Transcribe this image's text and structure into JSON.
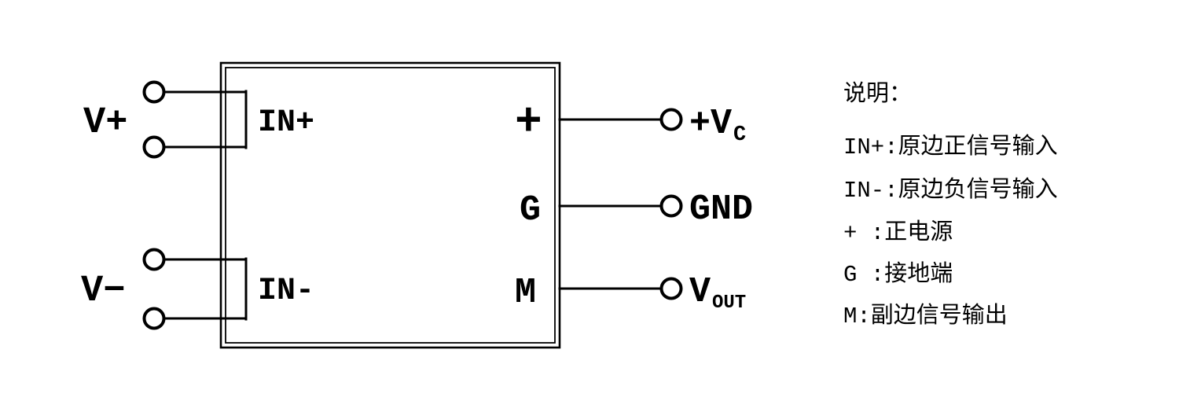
{
  "colors": {
    "ink": "#000000",
    "background": "#ffffff"
  },
  "diagram": {
    "left_pins": [
      {
        "external_label": "V+",
        "internal_label": "IN+"
      },
      {
        "external_label": "V−",
        "internal_label": "IN-"
      }
    ],
    "right_pins": [
      {
        "internal_label": "+",
        "external_main": "+V",
        "external_sub": "C"
      },
      {
        "internal_label": "G",
        "external_main": "GND"
      },
      {
        "internal_label": "M",
        "external_main": "V",
        "external_sub": "OUT"
      }
    ]
  },
  "legend": {
    "title": "说明：",
    "items": [
      "IN+:原边正信号输入",
      "IN-:原边负信号输入",
      "+ :正电源",
      "G :接地端",
      "M:副边信号输出"
    ]
  }
}
